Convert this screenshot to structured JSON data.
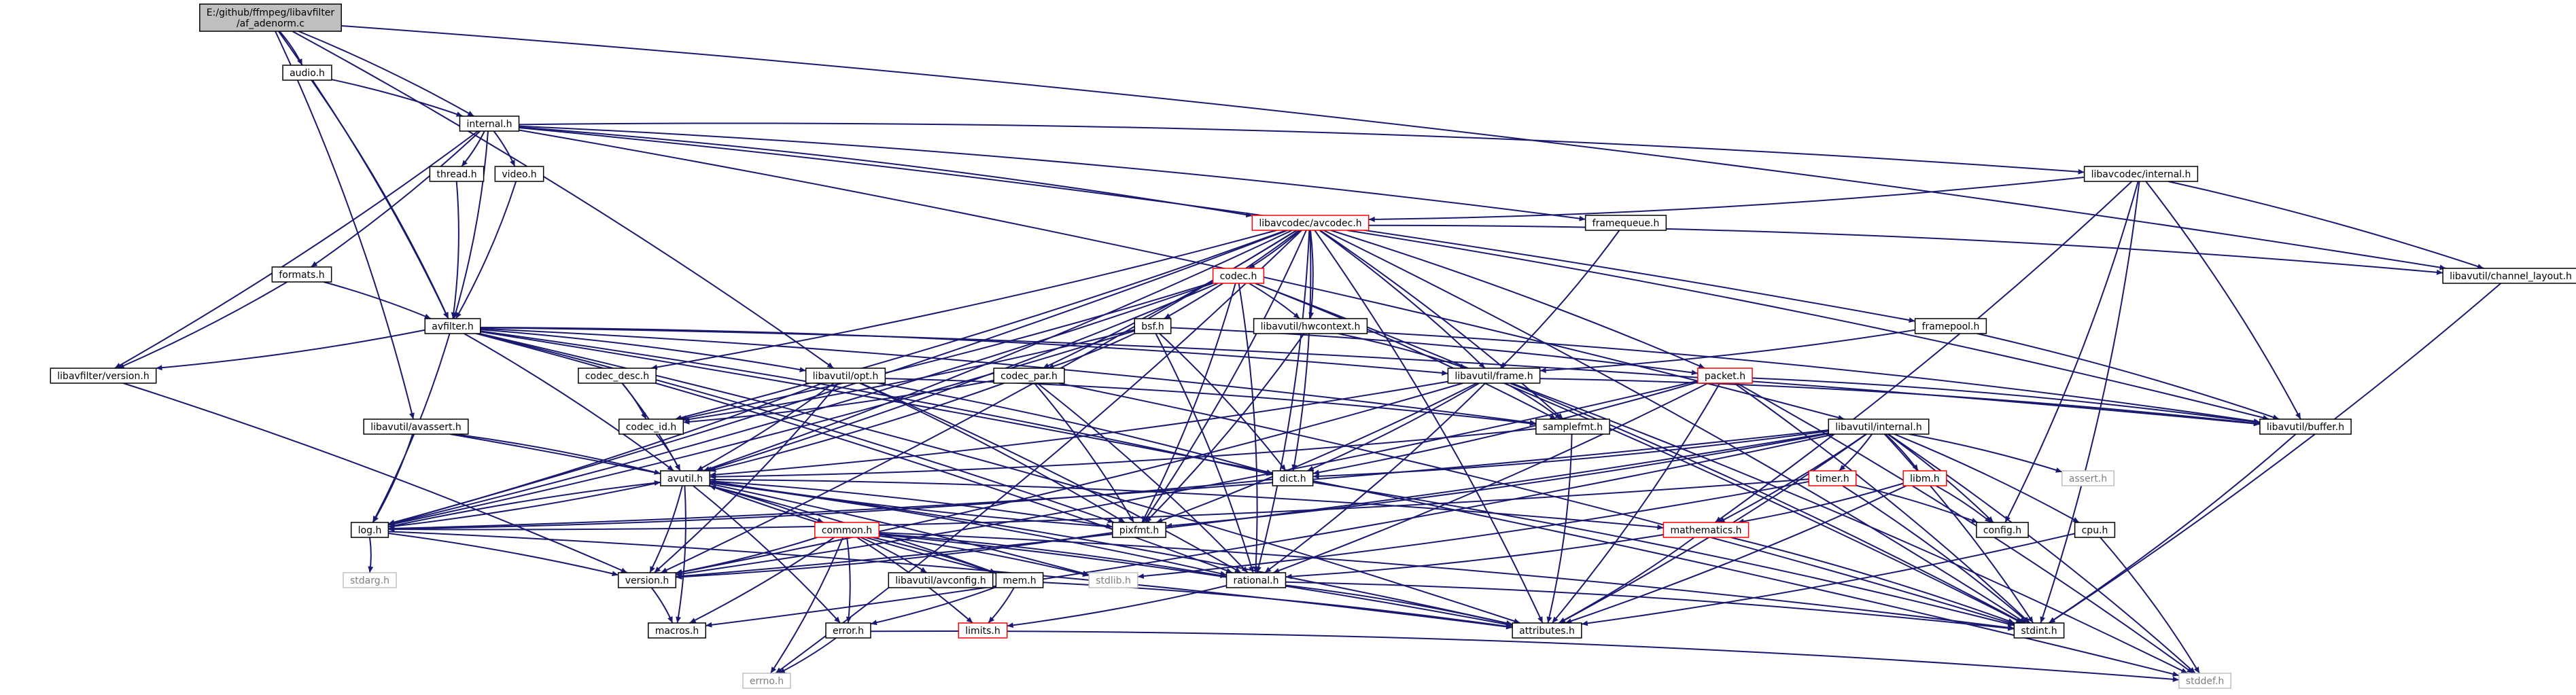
{
  "diagram": {
    "title_node": "root",
    "colors": {
      "edge": "#191970",
      "box_border": "#000000",
      "box_fill": "#ffffff",
      "root_fill": "#bfbfbf",
      "red_border": "#ff0000",
      "missing_border": "#bfbfbf",
      "missing_text": "#7f7f7f"
    },
    "nodes": [
      {
        "id": "root",
        "label": "E:/github/ffmpeg/libavfilter\n/af_adenorm.c",
        "style": "root"
      },
      {
        "id": "audio",
        "label": "audio.h",
        "style": "normal"
      },
      {
        "id": "internal",
        "label": "internal.h",
        "style": "normal"
      },
      {
        "id": "thread",
        "label": "thread.h",
        "style": "normal"
      },
      {
        "id": "video",
        "label": "video.h",
        "style": "normal"
      },
      {
        "id": "lavc_internal",
        "label": "libavcodec/internal.h",
        "style": "normal"
      },
      {
        "id": "avcodec",
        "label": "libavcodec/avcodec.h",
        "style": "red"
      },
      {
        "id": "framequeue",
        "label": "framequeue.h",
        "style": "normal"
      },
      {
        "id": "channel_layout",
        "label": "libavutil/channel_layout.h",
        "style": "normal"
      },
      {
        "id": "formats",
        "label": "formats.h",
        "style": "normal"
      },
      {
        "id": "codec",
        "label": "codec.h",
        "style": "red"
      },
      {
        "id": "bsf",
        "label": "bsf.h",
        "style": "normal"
      },
      {
        "id": "hwcontext",
        "label": "libavutil/hwcontext.h",
        "style": "normal"
      },
      {
        "id": "framepool",
        "label": "framepool.h",
        "style": "normal"
      },
      {
        "id": "avfilter",
        "label": "avfilter.h",
        "style": "normal"
      },
      {
        "id": "lavf_version",
        "label": "libavfilter/version.h",
        "style": "normal"
      },
      {
        "id": "codec_desc",
        "label": "codec_desc.h",
        "style": "normal"
      },
      {
        "id": "opt",
        "label": "libavutil/opt.h",
        "style": "normal"
      },
      {
        "id": "codec_par",
        "label": "codec_par.h",
        "style": "normal"
      },
      {
        "id": "frame",
        "label": "libavutil/frame.h",
        "style": "normal"
      },
      {
        "id": "packet",
        "label": "packet.h",
        "style": "red"
      },
      {
        "id": "buffer",
        "label": "libavutil/buffer.h",
        "style": "normal"
      },
      {
        "id": "avassert",
        "label": "libavutil/avassert.h",
        "style": "normal"
      },
      {
        "id": "codec_id",
        "label": "codec_id.h",
        "style": "normal"
      },
      {
        "id": "samplefmt",
        "label": "samplefmt.h",
        "style": "normal"
      },
      {
        "id": "lavu_internal",
        "label": "libavutil/internal.h",
        "style": "normal"
      },
      {
        "id": "avutil",
        "label": "avutil.h",
        "style": "normal"
      },
      {
        "id": "dict",
        "label": "dict.h",
        "style": "normal"
      },
      {
        "id": "timer",
        "label": "timer.h",
        "style": "red"
      },
      {
        "id": "libm",
        "label": "libm.h",
        "style": "red"
      },
      {
        "id": "asserth",
        "label": "assert.h",
        "style": "missing"
      },
      {
        "id": "log",
        "label": "log.h",
        "style": "normal"
      },
      {
        "id": "common",
        "label": "common.h",
        "style": "red"
      },
      {
        "id": "pixfmt",
        "label": "pixfmt.h",
        "style": "normal"
      },
      {
        "id": "mathematics",
        "label": "mathematics.h",
        "style": "red"
      },
      {
        "id": "config",
        "label": "config.h",
        "style": "normal"
      },
      {
        "id": "cpu",
        "label": "cpu.h",
        "style": "normal"
      },
      {
        "id": "stdarg",
        "label": "stdarg.h",
        "style": "missing"
      },
      {
        "id": "version",
        "label": "version.h",
        "style": "normal"
      },
      {
        "id": "avconfig",
        "label": "libavutil/avconfig.h",
        "style": "normal"
      },
      {
        "id": "mem",
        "label": "mem.h",
        "style": "normal"
      },
      {
        "id": "stdlib",
        "label": "stdlib.h",
        "style": "missing"
      },
      {
        "id": "rational",
        "label": "rational.h",
        "style": "normal"
      },
      {
        "id": "macros",
        "label": "macros.h",
        "style": "normal"
      },
      {
        "id": "error",
        "label": "error.h",
        "style": "normal"
      },
      {
        "id": "limits",
        "label": "limits.h",
        "style": "red"
      },
      {
        "id": "attributes",
        "label": "attributes.h",
        "style": "normal"
      },
      {
        "id": "stdint",
        "label": "stdint.h",
        "style": "normal"
      },
      {
        "id": "errno",
        "label": "errno.h",
        "style": "missing"
      },
      {
        "id": "stddef",
        "label": "stddef.h",
        "style": "missing"
      }
    ],
    "edges": [
      [
        "root",
        "audio"
      ],
      [
        "root",
        "internal"
      ],
      [
        "root",
        "avfilter"
      ],
      [
        "root",
        "channel_layout"
      ],
      [
        "root",
        "avassert"
      ],
      [
        "root",
        "opt"
      ],
      [
        "audio",
        "internal"
      ],
      [
        "audio",
        "avfilter"
      ],
      [
        "internal",
        "thread"
      ],
      [
        "internal",
        "video"
      ],
      [
        "internal",
        "lavc_internal"
      ],
      [
        "internal",
        "avcodec"
      ],
      [
        "internal",
        "framequeue"
      ],
      [
        "internal",
        "formats"
      ],
      [
        "internal",
        "avfilter"
      ],
      [
        "internal",
        "lavf_version"
      ],
      [
        "internal",
        "framepool"
      ],
      [
        "internal",
        "lavu_internal"
      ],
      [
        "thread",
        "avfilter"
      ],
      [
        "video",
        "avfilter"
      ],
      [
        "formats",
        "avfilter"
      ],
      [
        "formats",
        "lavf_version"
      ],
      [
        "lavc_internal",
        "avcodec"
      ],
      [
        "lavc_internal",
        "channel_layout"
      ],
      [
        "lavc_internal",
        "buffer"
      ],
      [
        "lavc_internal",
        "mathematics"
      ],
      [
        "lavc_internal",
        "stdint"
      ],
      [
        "lavc_internal",
        "config"
      ],
      [
        "avcodec",
        "codec"
      ],
      [
        "avcodec",
        "bsf"
      ],
      [
        "avcodec",
        "hwcontext"
      ],
      [
        "avcodec",
        "codec_desc"
      ],
      [
        "avcodec",
        "codec_par"
      ],
      [
        "avcodec",
        "frame"
      ],
      [
        "avcodec",
        "packet"
      ],
      [
        "avcodec",
        "buffer"
      ],
      [
        "avcodec",
        "dict"
      ],
      [
        "avcodec",
        "samplefmt"
      ],
      [
        "avcodec",
        "avutil"
      ],
      [
        "avcodec",
        "pixfmt"
      ],
      [
        "avcodec",
        "rational"
      ],
      [
        "avcodec",
        "attributes"
      ],
      [
        "avcodec",
        "channel_layout"
      ],
      [
        "avcodec",
        "log"
      ],
      [
        "avcodec",
        "codec_id"
      ],
      [
        "avcodec",
        "errno"
      ],
      [
        "avcodec",
        "stdint"
      ],
      [
        "avcodec",
        "version"
      ],
      [
        "framequeue",
        "frame"
      ],
      [
        "framepool",
        "frame"
      ],
      [
        "framepool",
        "buffer"
      ],
      [
        "channel_layout",
        "stdint"
      ],
      [
        "codec",
        "hwcontext"
      ],
      [
        "codec",
        "codec_id"
      ],
      [
        "codec",
        "avutil"
      ],
      [
        "codec",
        "pixfmt"
      ],
      [
        "codec",
        "rational"
      ],
      [
        "codec",
        "samplefmt"
      ],
      [
        "codec",
        "log"
      ],
      [
        "codec",
        "stdint"
      ],
      [
        "bsf",
        "codec_id"
      ],
      [
        "bsf",
        "codec_par"
      ],
      [
        "bsf",
        "dict"
      ],
      [
        "bsf",
        "log"
      ],
      [
        "bsf",
        "packet"
      ],
      [
        "bsf",
        "rational"
      ],
      [
        "hwcontext",
        "buffer"
      ],
      [
        "hwcontext",
        "frame"
      ],
      [
        "hwcontext",
        "pixfmt"
      ],
      [
        "avfilter",
        "lavf_version"
      ],
      [
        "avfilter",
        "opt"
      ],
      [
        "avfilter",
        "frame"
      ],
      [
        "avfilter",
        "buffer"
      ],
      [
        "avfilter",
        "dict"
      ],
      [
        "avfilter",
        "log"
      ],
      [
        "avfilter",
        "samplefmt"
      ],
      [
        "avfilter",
        "pixfmt"
      ],
      [
        "avfilter",
        "rational"
      ],
      [
        "avfilter",
        "attributes"
      ],
      [
        "avfilter",
        "avutil"
      ],
      [
        "avfilter",
        "stddef"
      ],
      [
        "lavf_version",
        "version"
      ],
      [
        "codec_desc",
        "codec_id"
      ],
      [
        "codec_desc",
        "avutil"
      ],
      [
        "opt",
        "rational"
      ],
      [
        "opt",
        "avutil"
      ],
      [
        "opt",
        "dict"
      ],
      [
        "opt",
        "log"
      ],
      [
        "opt",
        "pixfmt"
      ],
      [
        "opt",
        "samplefmt"
      ],
      [
        "opt",
        "version"
      ],
      [
        "codec_par",
        "codec_id"
      ],
      [
        "codec_par",
        "avutil"
      ],
      [
        "codec_par",
        "pixfmt"
      ],
      [
        "codec_par",
        "rational"
      ],
      [
        "codec_par",
        "stdint"
      ],
      [
        "frame",
        "avutil"
      ],
      [
        "frame",
        "buffer"
      ],
      [
        "frame",
        "dict"
      ],
      [
        "frame",
        "rational"
      ],
      [
        "frame",
        "samplefmt"
      ],
      [
        "frame",
        "pixfmt"
      ],
      [
        "frame",
        "version"
      ],
      [
        "frame",
        "stddef"
      ],
      [
        "frame",
        "stdint"
      ],
      [
        "packet",
        "buffer"
      ],
      [
        "packet",
        "attributes"
      ],
      [
        "packet",
        "dict"
      ],
      [
        "packet",
        "rational"
      ],
      [
        "packet",
        "version"
      ],
      [
        "packet",
        "stddef"
      ],
      [
        "packet",
        "stdint"
      ],
      [
        "buffer",
        "stdint"
      ],
      [
        "avassert",
        "avutil"
      ],
      [
        "avassert",
        "log"
      ],
      [
        "avassert",
        "stdlib"
      ],
      [
        "codec_id",
        "avutil"
      ],
      [
        "samplefmt",
        "avutil"
      ],
      [
        "samplefmt",
        "attributes"
      ],
      [
        "lavu_internal",
        "timer"
      ],
      [
        "lavu_internal",
        "libm"
      ],
      [
        "lavu_internal",
        "asserth"
      ],
      [
        "lavu_internal",
        "config"
      ],
      [
        "lavu_internal",
        "cpu"
      ],
      [
        "lavu_internal",
        "dict"
      ],
      [
        "lavu_internal",
        "pixfmt"
      ],
      [
        "lavu_internal",
        "attributes"
      ],
      [
        "lavu_internal",
        "macros"
      ],
      [
        "lavu_internal",
        "version"
      ],
      [
        "lavu_internal",
        "stdint"
      ],
      [
        "lavu_internal",
        "stddef"
      ],
      [
        "lavu_internal",
        "mathematics"
      ],
      [
        "lavu_internal",
        "log"
      ],
      [
        "avutil",
        "log"
      ],
      [
        "avutil",
        "common"
      ],
      [
        "avutil",
        "version"
      ],
      [
        "avutil",
        "macros"
      ],
      [
        "avutil",
        "rational"
      ],
      [
        "avutil",
        "error"
      ],
      [
        "avutil",
        "mathematics"
      ],
      [
        "avutil",
        "pixfmt"
      ],
      [
        "avutil",
        "attributes"
      ],
      [
        "avutil",
        "mem"
      ],
      [
        "dict",
        "stdint"
      ],
      [
        "dict",
        "log"
      ],
      [
        "timer",
        "config"
      ],
      [
        "timer",
        "log"
      ],
      [
        "timer",
        "stdlib"
      ],
      [
        "timer",
        "stdint"
      ],
      [
        "libm",
        "config"
      ],
      [
        "libm",
        "attributes"
      ],
      [
        "libm",
        "mathematics"
      ],
      [
        "log",
        "stdarg"
      ],
      [
        "log",
        "version"
      ],
      [
        "log",
        "attributes"
      ],
      [
        "log",
        "avutil"
      ],
      [
        "common",
        "version"
      ],
      [
        "common",
        "avconfig"
      ],
      [
        "common",
        "mem"
      ],
      [
        "common",
        "macros"
      ],
      [
        "common",
        "attributes"
      ],
      [
        "common",
        "errno"
      ],
      [
        "common",
        "limits"
      ],
      [
        "common",
        "stdint"
      ],
      [
        "common",
        "stdlib"
      ],
      [
        "common",
        "error"
      ],
      [
        "common",
        "rational"
      ],
      [
        "pixfmt",
        "avutil"
      ],
      [
        "pixfmt",
        "version"
      ],
      [
        "mathematics",
        "rational"
      ],
      [
        "mathematics",
        "attributes"
      ],
      [
        "mathematics",
        "stdint"
      ],
      [
        "cpu",
        "attributes"
      ],
      [
        "cpu",
        "stddef"
      ],
      [
        "mem",
        "attributes"
      ],
      [
        "mem",
        "avutil"
      ],
      [
        "mem",
        "error"
      ],
      [
        "mem",
        "limits"
      ],
      [
        "rational",
        "attributes"
      ],
      [
        "rational",
        "stdint"
      ],
      [
        "rational",
        "limits"
      ],
      [
        "error",
        "errno"
      ],
      [
        "error",
        "stddef"
      ],
      [
        "version",
        "macros"
      ]
    ]
  }
}
